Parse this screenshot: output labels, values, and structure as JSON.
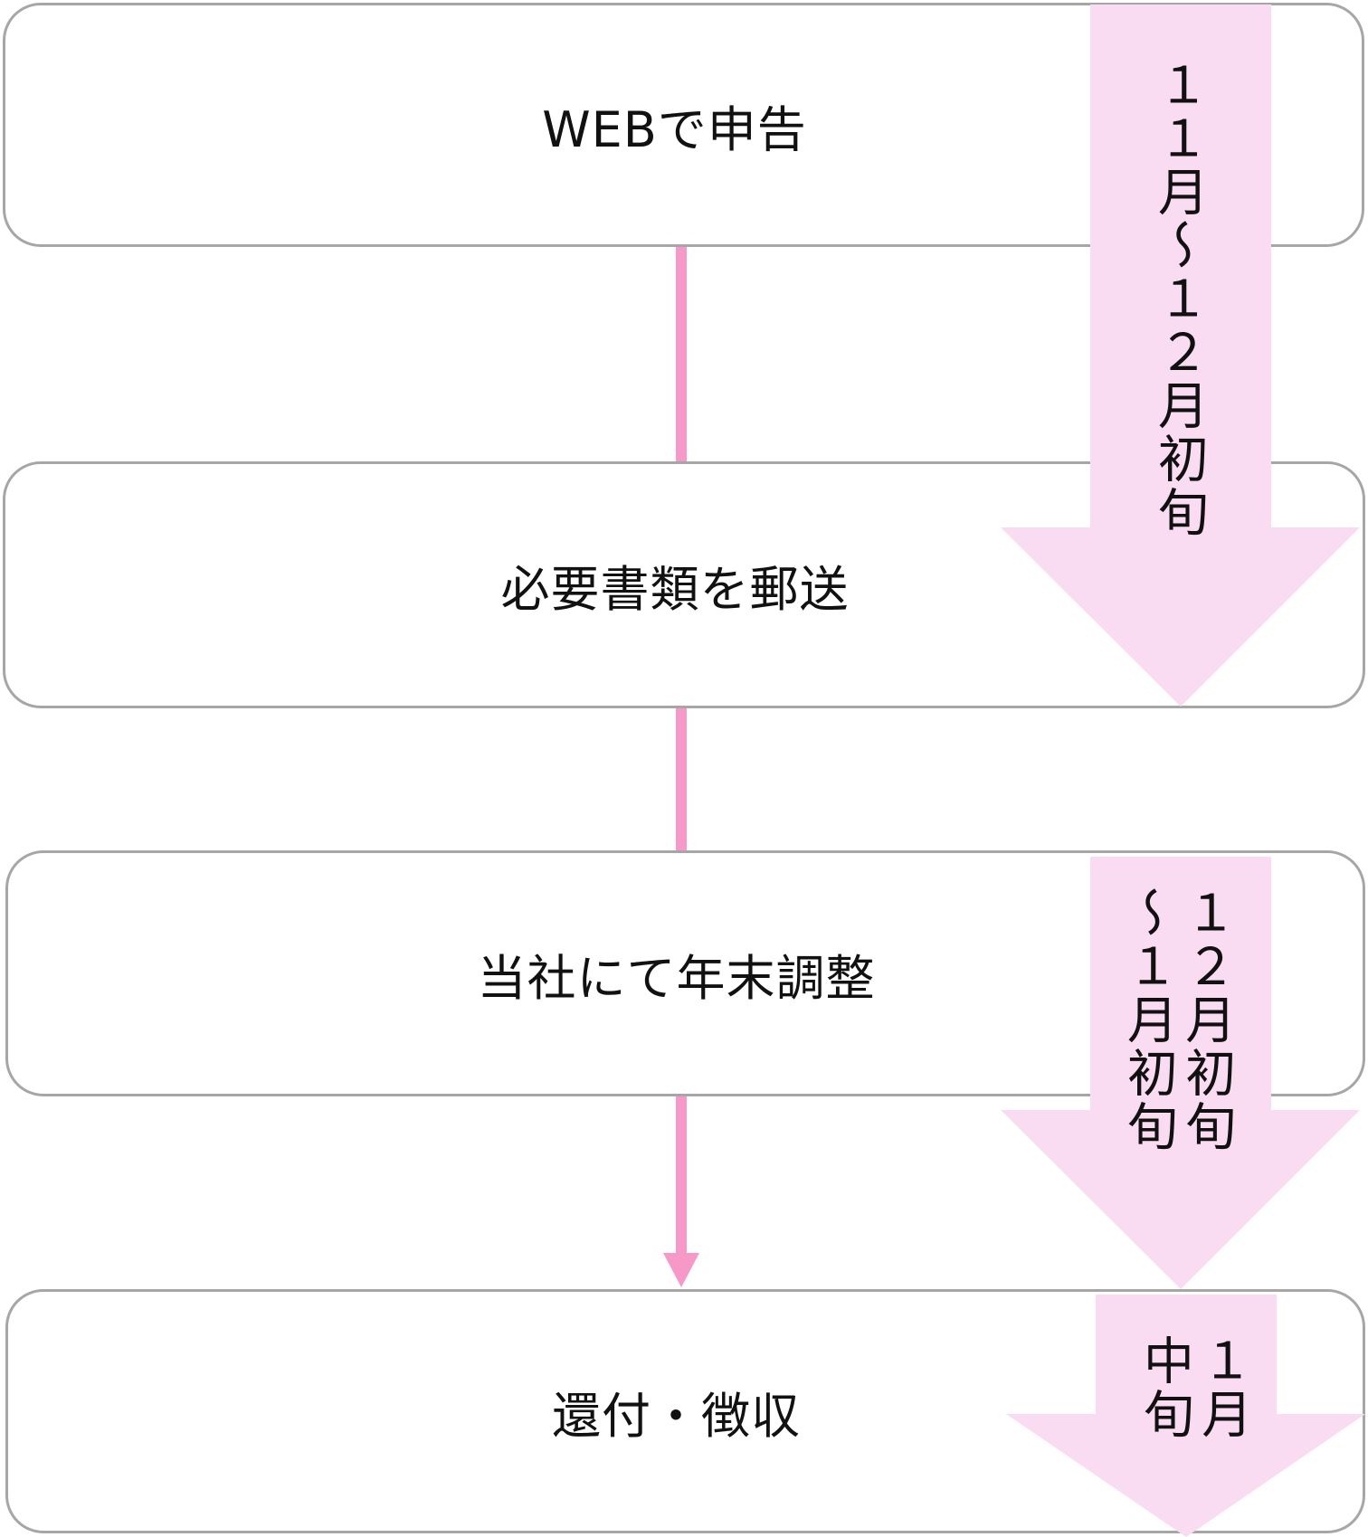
{
  "steps": [
    {
      "label": "WEBで申告"
    },
    {
      "label": "必要書類を郵送"
    },
    {
      "label": "当社にて年末調整"
    },
    {
      "label": "還付・徴収"
    }
  ],
  "periods": [
    {
      "text": "１１月～１２月初旬"
    },
    {
      "text": "１２月初旬～１月初旬"
    },
    {
      "text": "１月中旬"
    }
  ],
  "colors": {
    "connector": "#f799c8",
    "period_arrow": "#f9dbf2",
    "box_border": "#a6a6a6"
  }
}
